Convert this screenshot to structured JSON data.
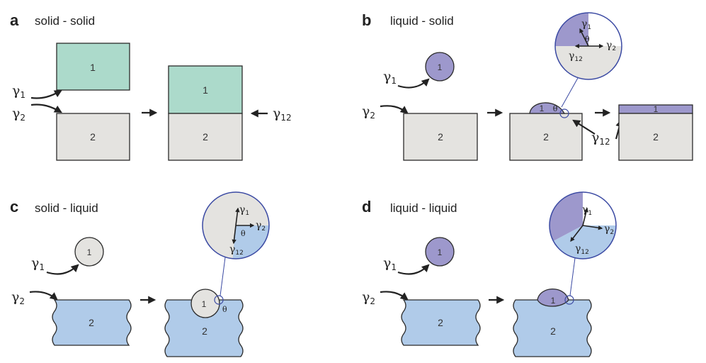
{
  "panels": {
    "a": {
      "letter": "a",
      "title": "solid - solid"
    },
    "b": {
      "letter": "b",
      "title": "liquid - solid"
    },
    "c": {
      "letter": "c",
      "title": "solid - liquid"
    },
    "d": {
      "letter": "d",
      "title": "liquid - liquid"
    }
  },
  "labels": {
    "phase1": "1",
    "phase2": "2",
    "gamma": "γ",
    "sub1": "1",
    "sub2": "2",
    "sub12": "12",
    "theta": "θ"
  },
  "colors": {
    "solid1": "#acdacb",
    "solid2": "#e4e3e0",
    "liquid1": "#9d98cc",
    "liquid2": "#b0cbe9",
    "magnifier_ring": "#3b4aa3",
    "stroke": "#2b2b2b"
  }
}
